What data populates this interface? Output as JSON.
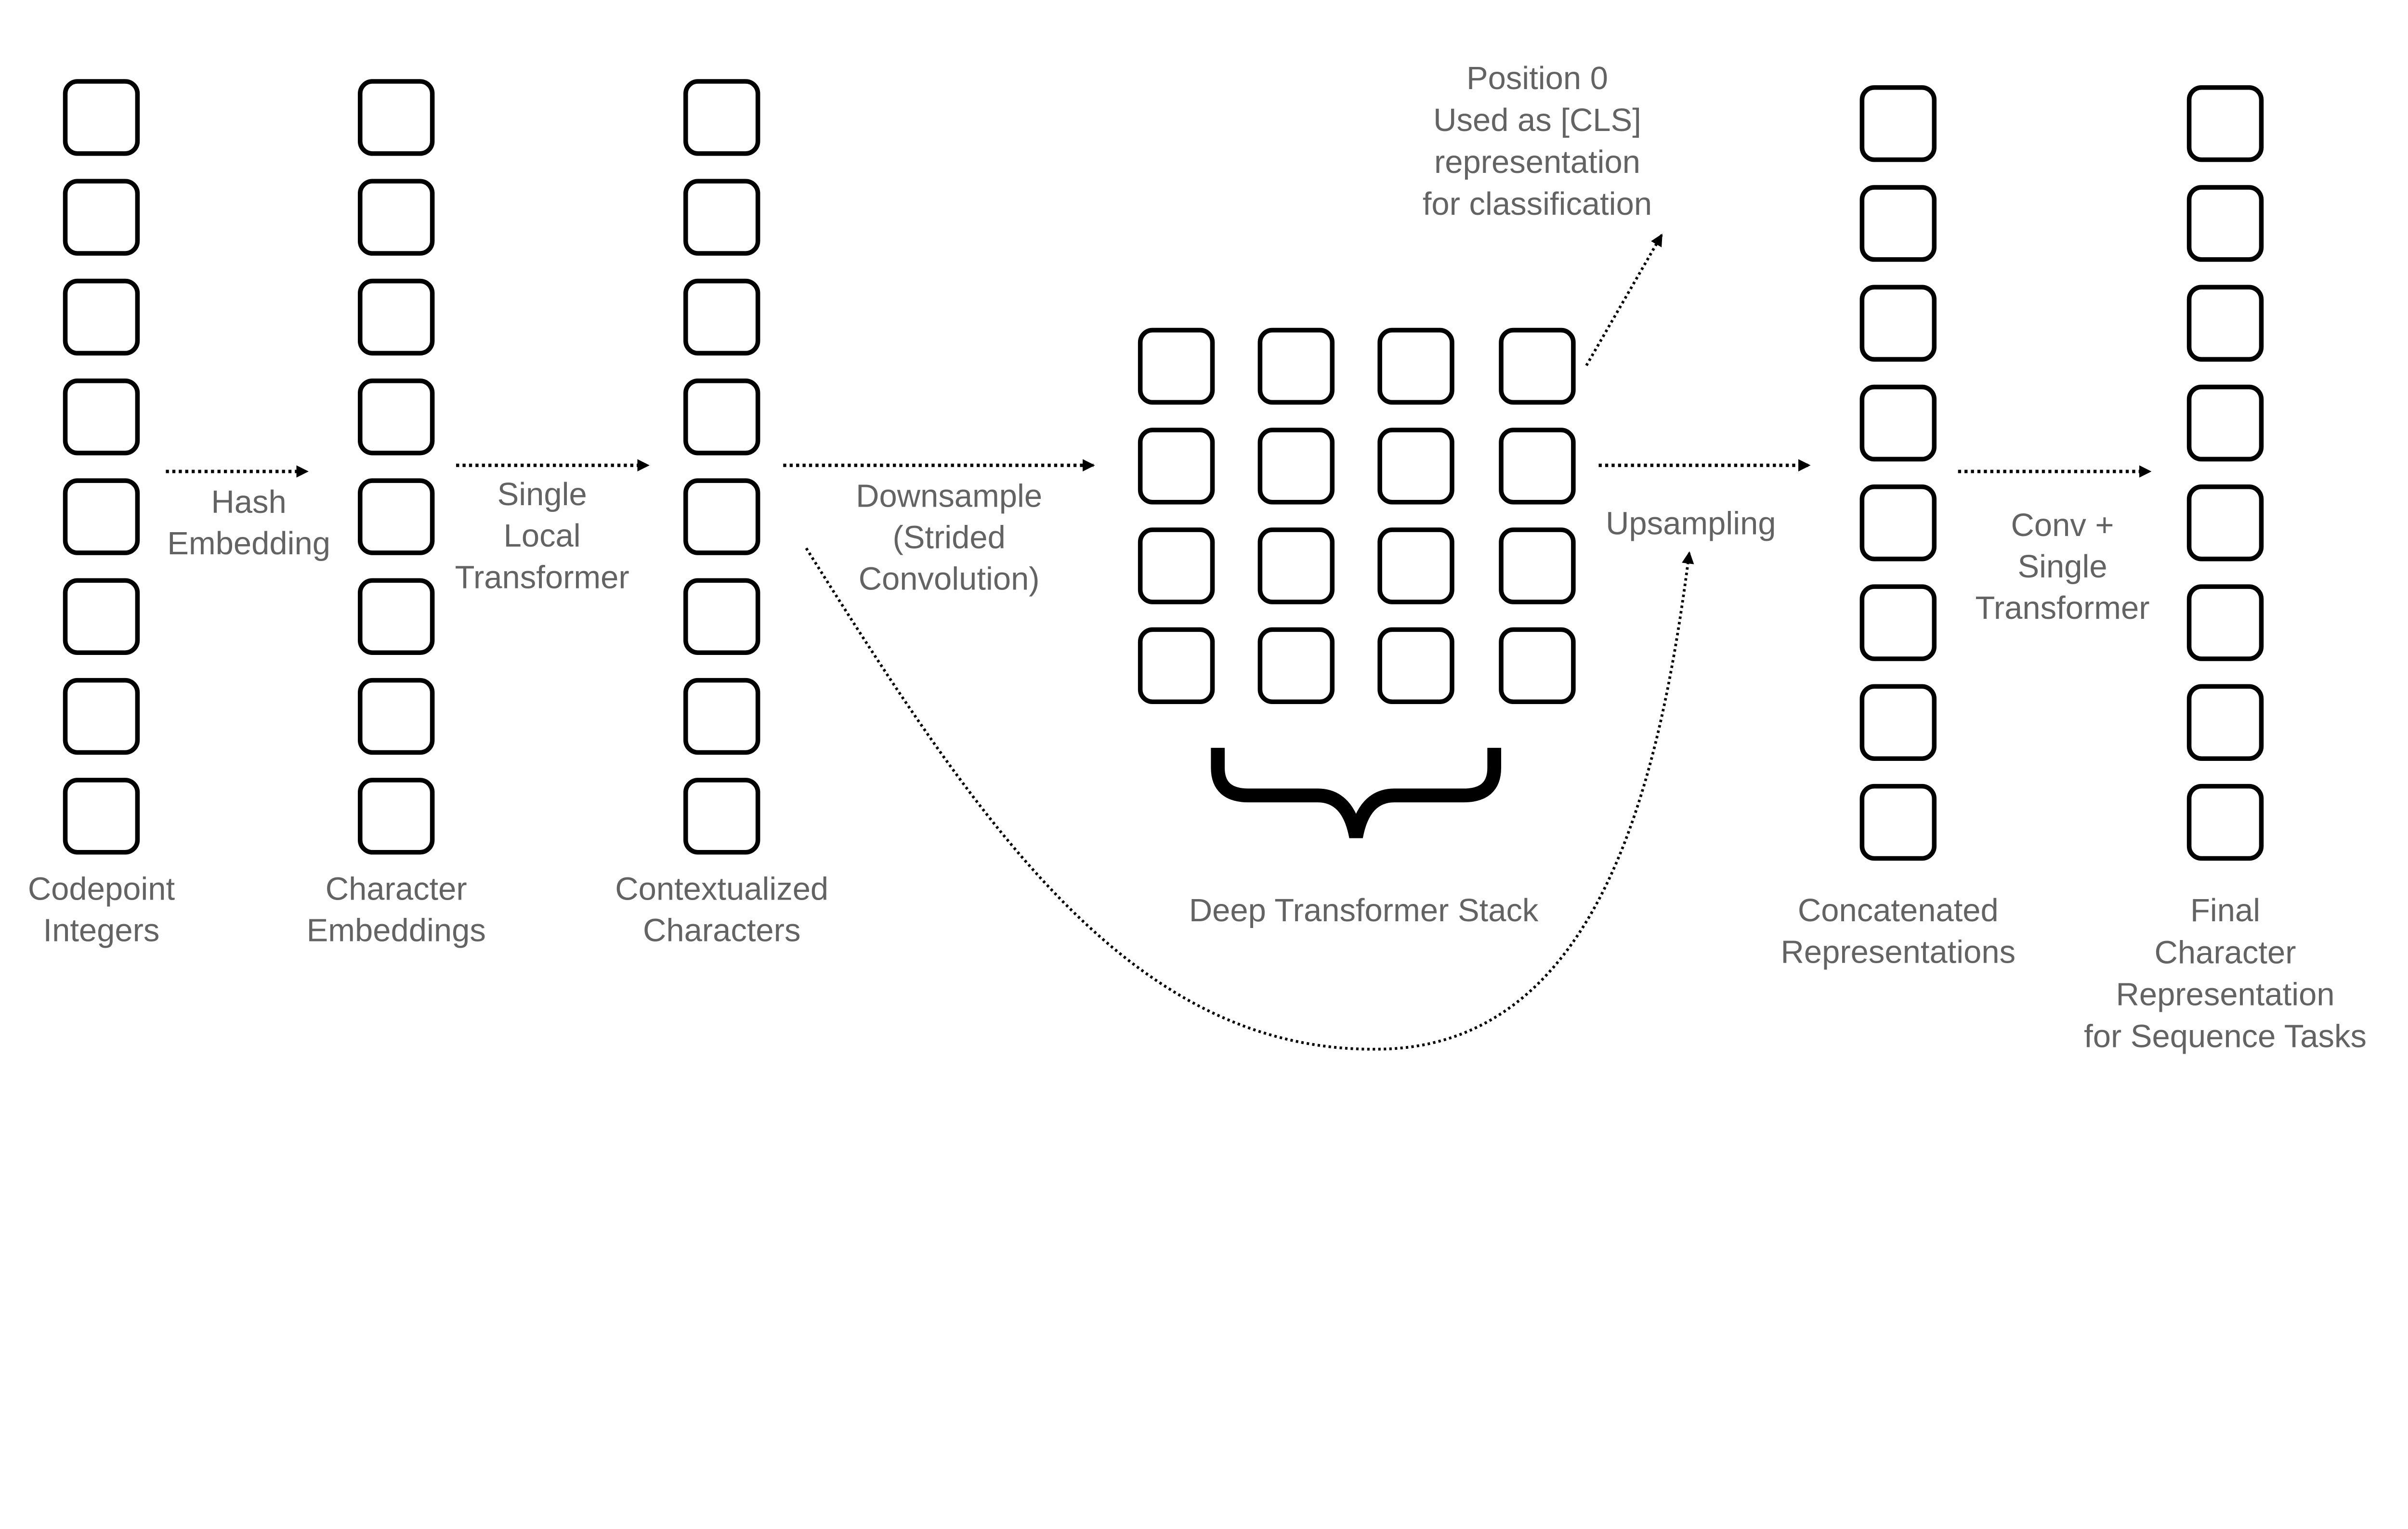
{
  "diagram": {
    "labels": {
      "codepoint": [
        "Codepoint",
        "Integers"
      ],
      "char_emb": [
        "Character",
        "Embeddings"
      ],
      "contextualized": [
        "Contextualized",
        "Characters"
      ],
      "hash": [
        "Hash",
        "Embedding"
      ],
      "local": [
        "Single",
        "Local",
        "Transformer"
      ],
      "downsample": [
        "Downsample",
        "(Strided",
        "Convolution)"
      ],
      "cls": [
        "Position 0",
        "Used as [CLS]",
        "representation",
        "for classification"
      ],
      "deep": [
        "Deep Transformer Stack"
      ],
      "upsampling": [
        "Upsampling"
      ],
      "concat": [
        "Concatenated",
        "Representations"
      ],
      "conv": [
        "Conv +",
        "Single",
        "Transformer"
      ],
      "final": [
        "Final",
        "Character",
        "Representation",
        "for Sequence Tasks"
      ]
    },
    "columns": {
      "boxes_per_column": 8
    },
    "grid": {
      "rows": 4,
      "cols": 4
    },
    "colors": {
      "stroke": "#000000",
      "text": "#636363",
      "background": "#ffffff"
    }
  }
}
